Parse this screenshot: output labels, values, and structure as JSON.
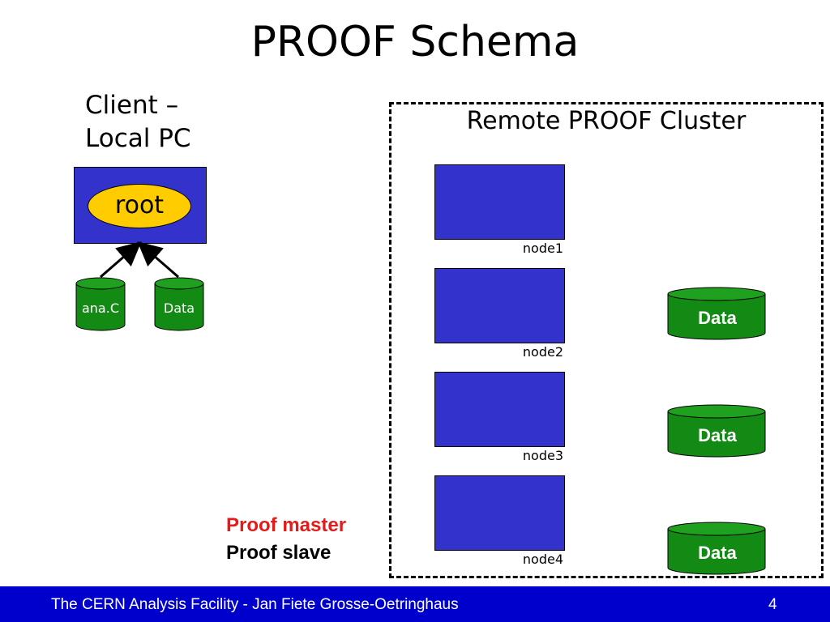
{
  "title": "PROOF Schema",
  "client": {
    "title_line1": "Client –",
    "title_line2": "Local PC",
    "app_label": "root",
    "disks": [
      {
        "label": "ana.C"
      },
      {
        "label": "Data"
      }
    ]
  },
  "cluster": {
    "title": "Remote PROOF Cluster",
    "nodes": [
      {
        "label": "node1"
      },
      {
        "label": "node2"
      },
      {
        "label": "node3"
      },
      {
        "label": "node4"
      }
    ],
    "data_disks": [
      {
        "label": "Data"
      },
      {
        "label": "Data"
      },
      {
        "label": "Data"
      }
    ]
  },
  "legend": {
    "master": "Proof master",
    "slave": "Proof slave"
  },
  "footer": {
    "text": "The CERN Analysis Facility - Jan Fiete Grosse-Oetringhaus",
    "page": "4"
  },
  "colors": {
    "box_blue": "#3333cc",
    "root_yellow": "#ffcc00",
    "disk_green": "#138a13",
    "master_red": "#e31b1b",
    "footer_blue": "#0000cc"
  }
}
